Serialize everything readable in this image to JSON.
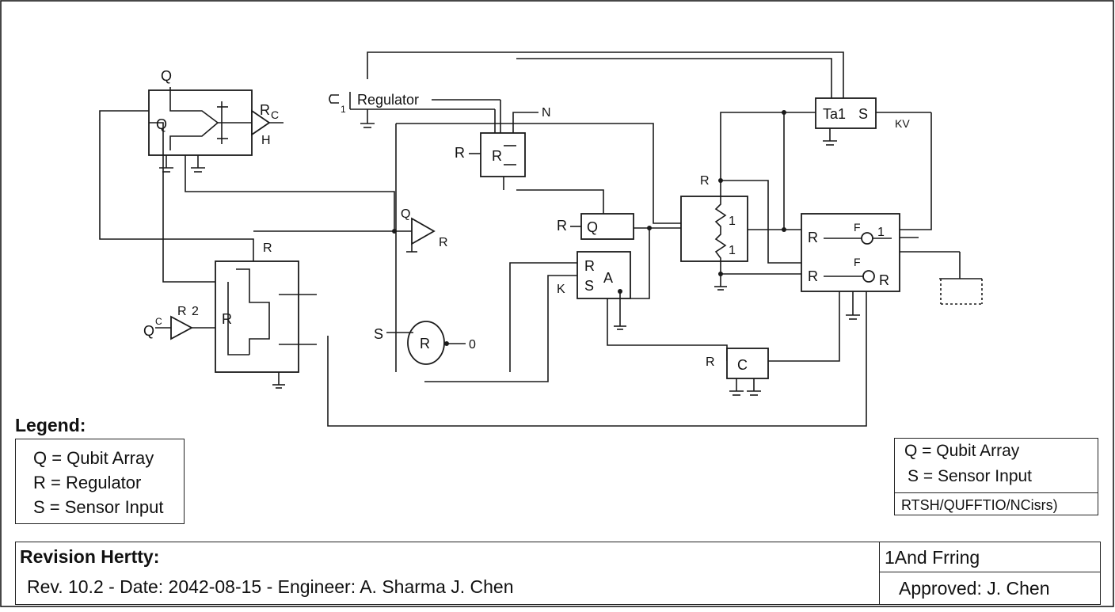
{
  "schematic": {
    "labels": {
      "q_top": "Q",
      "q_mid": "Q",
      "rc_r": "R",
      "rc_c": "C",
      "h_out": "H",
      "regulator": "Regulator",
      "one_small": "1",
      "n_label": "N",
      "r_box_left": "R",
      "r_box_inner": "R",
      "q_amp": "Q",
      "r_amp": "R",
      "r_qblock": "R",
      "q_qblock": "Q",
      "r_right_resistor": "R",
      "one_a": "1",
      "one_b": "1",
      "ta1": "Ta1",
      "s_ta1": "S",
      "kv": "KV",
      "r_big1": "R",
      "r_big2": "R",
      "r_big_out": "R",
      "big_one": "1",
      "f_a": "F",
      "f_b": "F",
      "rsa_r": "R",
      "rsa_s": "S",
      "rsa_a": "A",
      "rsa_k": "K",
      "r_c_box": "R",
      "c_box": "C",
      "s_sensor": "S",
      "r_circle": "R",
      "zero": "0",
      "r_array": "R",
      "r_array_left": "R",
      "q_drv": "Q",
      "c_drv": "C",
      "r_drv": "R",
      "two_drv": "2"
    }
  },
  "legend": {
    "title": "Legend:",
    "items": [
      "Q = Qubit Array",
      "R = Regulator",
      "S = Sensor Input"
    ]
  },
  "legend_right": {
    "items": [
      "Q = Qubit Array",
      "S = Sensor Input"
    ],
    "footer": "RTSH/QUFFTIO/NCisrs)"
  },
  "revision": {
    "title": "Revision Hertty:",
    "line": "Rev. 10.2 - Date: 2042-08-15 - Engineer: A. Sharma  J. Chen",
    "right_top": "1And Frring",
    "approved": "Approved: J. Chen"
  }
}
